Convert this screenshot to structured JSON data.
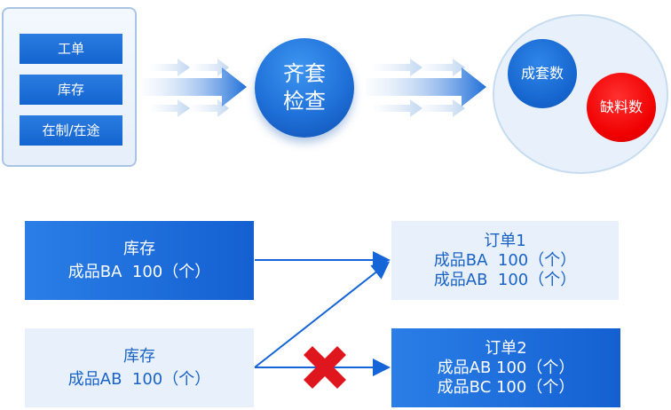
{
  "inputs": {
    "items": [
      "工单",
      "库存",
      "在制/在途"
    ]
  },
  "check": {
    "line1": "齐套",
    "line2": "检查"
  },
  "result": {
    "kit_label": "成套数",
    "shortage_label": "缺料数"
  },
  "stock_boxes": [
    {
      "title": "库存",
      "content": "成品BA  100（个）"
    },
    {
      "title": "库存",
      "content": "成品AB  100（个）"
    }
  ],
  "order_boxes": [
    {
      "title": "订单1",
      "lines": [
        "成品BA  100（个）",
        "成品AB  100（个）"
      ]
    },
    {
      "title": "订单2",
      "lines": [
        "成品AB 100（个）",
        "成品BC 100（个）"
      ]
    }
  ],
  "colors": {
    "primary_blue": "#1a6fdc",
    "light_blue": "#e7f0fb",
    "shortage_red": "#f00000",
    "cross_red": "#e0161e"
  },
  "allocation": [
    {
      "from": "stock_1",
      "to": "order_1",
      "status": "allocated"
    },
    {
      "from": "stock_2",
      "to": "order_1",
      "status": "allocated"
    },
    {
      "from": "stock_2",
      "to": "order_2",
      "status": "blocked"
    }
  ]
}
